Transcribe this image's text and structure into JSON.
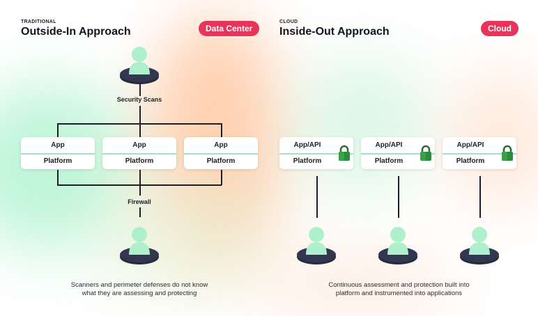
{
  "left": {
    "tag": "TRADITIONAL",
    "title": "Outside-In Approach",
    "pill": "Data Center",
    "scanner_label": "Security Scans",
    "firewall_label": "Firewall",
    "cards": [
      {
        "top": "App",
        "bottom": "Platform"
      },
      {
        "top": "App",
        "bottom": "Platform"
      },
      {
        "top": "App",
        "bottom": "Platform"
      }
    ],
    "caption_line1": "Scanners and perimeter defenses do not know",
    "caption_line2": "what they are assessing and protecting"
  },
  "right": {
    "tag": "CLOUD",
    "title": "Inside-Out Approach",
    "pill": "Cloud",
    "cards": [
      {
        "top": "App/API",
        "bottom": "Platform"
      },
      {
        "top": "App/API",
        "bottom": "Platform"
      },
      {
        "top": "App/API",
        "bottom": "Platform"
      }
    ],
    "caption_line1": "Continuous assessment and protection built into",
    "caption_line2": "platform and instrumented into applications"
  },
  "colors": {
    "pill": "#e8345a",
    "person_body": "#aef0cc",
    "person_base": "#262a3e",
    "lock": "#2e8b3e",
    "divider": "#9fe3c4",
    "line": "#1e1e28"
  },
  "icons": [
    "person-icon",
    "lock-icon"
  ]
}
